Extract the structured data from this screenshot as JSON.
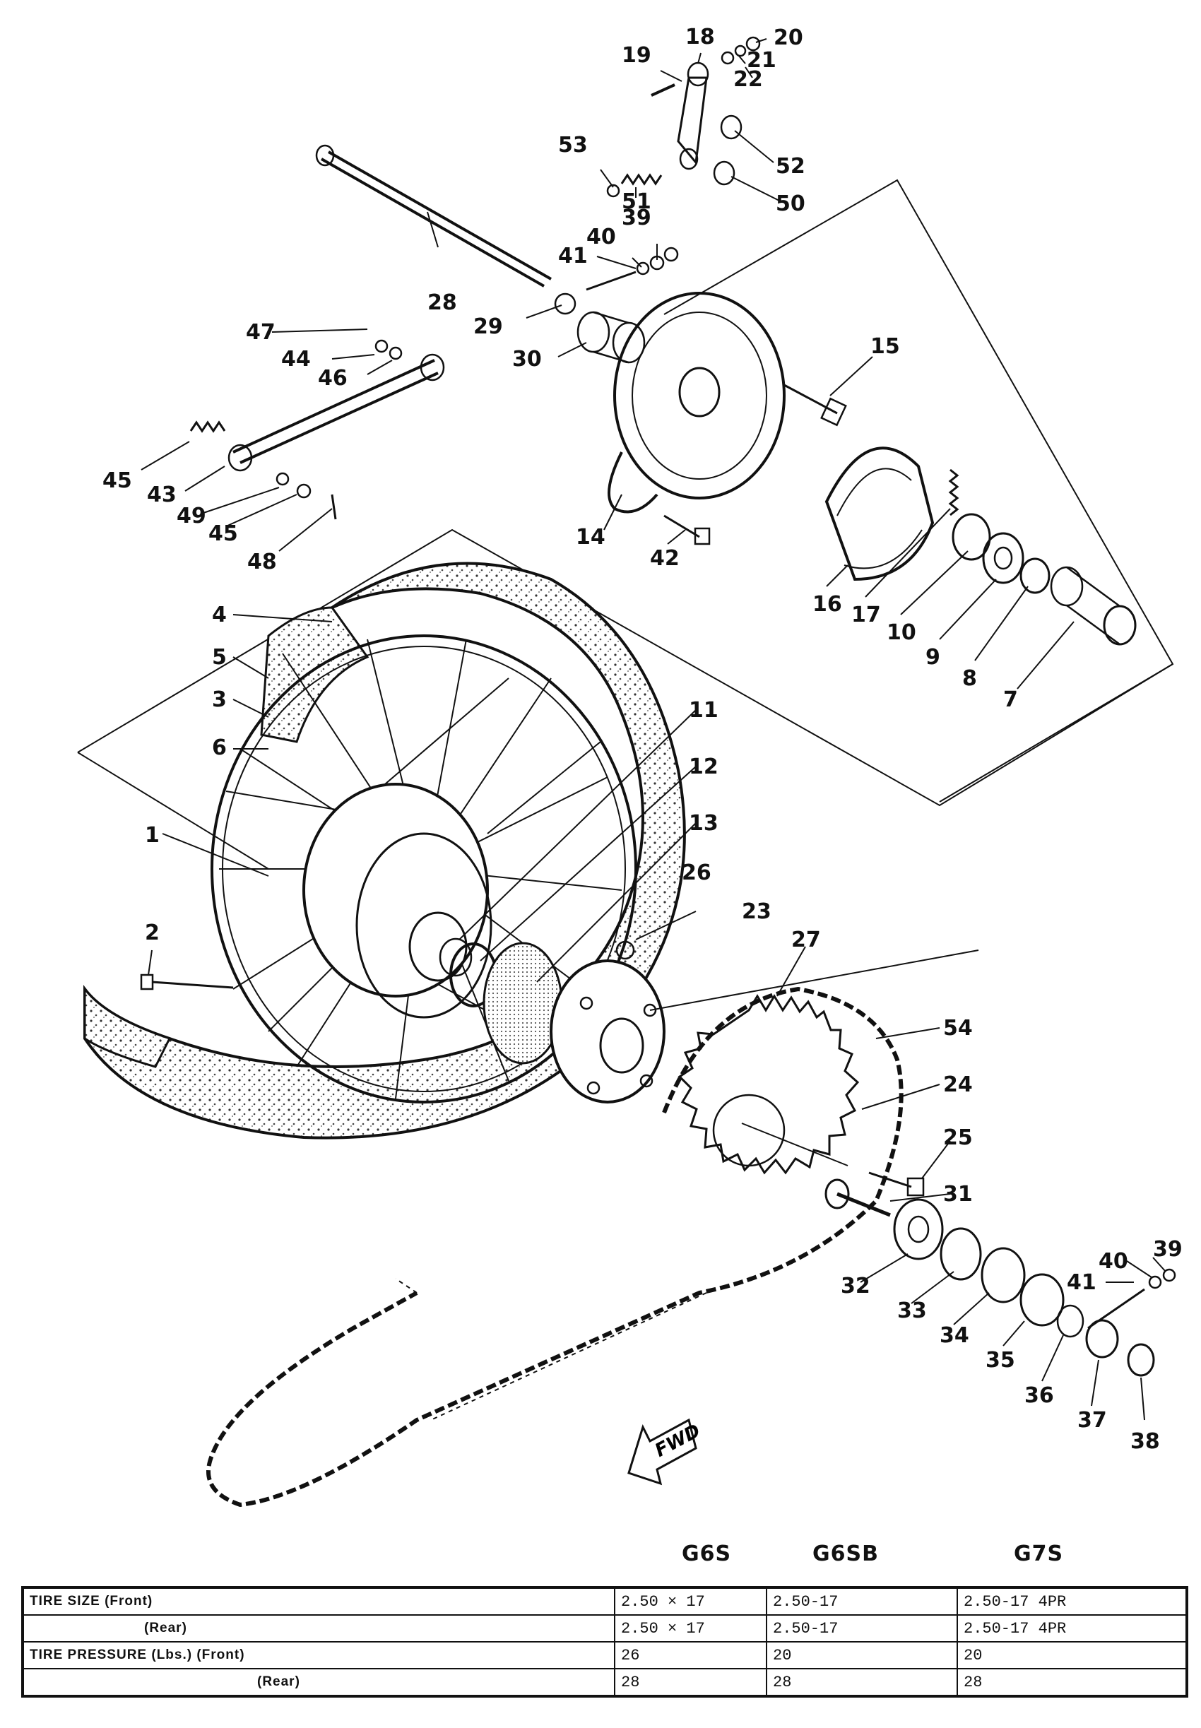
{
  "diagram": {
    "callouts": [
      {
        "id": "n1",
        "text": "1"
      },
      {
        "id": "n2",
        "text": "2"
      },
      {
        "id": "n3",
        "text": "3"
      },
      {
        "id": "n4",
        "text": "4"
      },
      {
        "id": "n5",
        "text": "5"
      },
      {
        "id": "n6",
        "text": "6"
      },
      {
        "id": "n7",
        "text": "7"
      },
      {
        "id": "n8",
        "text": "8"
      },
      {
        "id": "n9",
        "text": "9"
      },
      {
        "id": "n10",
        "text": "10"
      },
      {
        "id": "n11",
        "text": "11"
      },
      {
        "id": "n12",
        "text": "12"
      },
      {
        "id": "n13",
        "text": "13"
      },
      {
        "id": "n14",
        "text": "14"
      },
      {
        "id": "n15",
        "text": "15"
      },
      {
        "id": "n16",
        "text": "16"
      },
      {
        "id": "n17",
        "text": "17"
      },
      {
        "id": "n18",
        "text": "18"
      },
      {
        "id": "n19",
        "text": "19"
      },
      {
        "id": "n20",
        "text": "20"
      },
      {
        "id": "n21",
        "text": "21"
      },
      {
        "id": "n22",
        "text": "22"
      },
      {
        "id": "n23",
        "text": "23"
      },
      {
        "id": "n24",
        "text": "24"
      },
      {
        "id": "n25",
        "text": "25"
      },
      {
        "id": "n26",
        "text": "26"
      },
      {
        "id": "n27",
        "text": "27"
      },
      {
        "id": "n28",
        "text": "28"
      },
      {
        "id": "n29",
        "text": "29"
      },
      {
        "id": "n30",
        "text": "30"
      },
      {
        "id": "n31",
        "text": "31"
      },
      {
        "id": "n32",
        "text": "32"
      },
      {
        "id": "n33",
        "text": "33"
      },
      {
        "id": "n34",
        "text": "34"
      },
      {
        "id": "n35",
        "text": "35"
      },
      {
        "id": "n36",
        "text": "36"
      },
      {
        "id": "n37",
        "text": "37"
      },
      {
        "id": "n38",
        "text": "38"
      },
      {
        "id": "n39a",
        "text": "39"
      },
      {
        "id": "n39b",
        "text": "39"
      },
      {
        "id": "n40a",
        "text": "40"
      },
      {
        "id": "n40b",
        "text": "40"
      },
      {
        "id": "n41a",
        "text": "41"
      },
      {
        "id": "n41b",
        "text": "41"
      },
      {
        "id": "n42",
        "text": "42"
      },
      {
        "id": "n43",
        "text": "43"
      },
      {
        "id": "n44",
        "text": "44"
      },
      {
        "id": "n45a",
        "text": "45"
      },
      {
        "id": "n45b",
        "text": "45"
      },
      {
        "id": "n46",
        "text": "46"
      },
      {
        "id": "n47",
        "text": "47"
      },
      {
        "id": "n48",
        "text": "48"
      },
      {
        "id": "n49",
        "text": "49"
      },
      {
        "id": "n50",
        "text": "50"
      },
      {
        "id": "n51",
        "text": "51"
      },
      {
        "id": "n52",
        "text": "52"
      },
      {
        "id": "n53",
        "text": "53"
      },
      {
        "id": "n54",
        "text": "54"
      }
    ],
    "direction_label": "FWD"
  },
  "models": [
    "G6S",
    "G6SB",
    "G7S"
  ],
  "spec_table": {
    "rows": [
      {
        "label": "TIRE SIZE (Front)",
        "values": [
          "2.50 × 17",
          "2.50-17",
          "2.50-17  4PR"
        ]
      },
      {
        "label": "(Rear)",
        "values": [
          "2.50 × 17",
          "2.50-17",
          "2.50-17  4PR"
        ]
      },
      {
        "label": "TIRE PRESSURE (Lbs.) (Front)",
        "values": [
          "26",
          "20",
          "20"
        ]
      },
      {
        "label": "(Rear)",
        "values": [
          "28",
          "28",
          "28"
        ]
      }
    ]
  }
}
